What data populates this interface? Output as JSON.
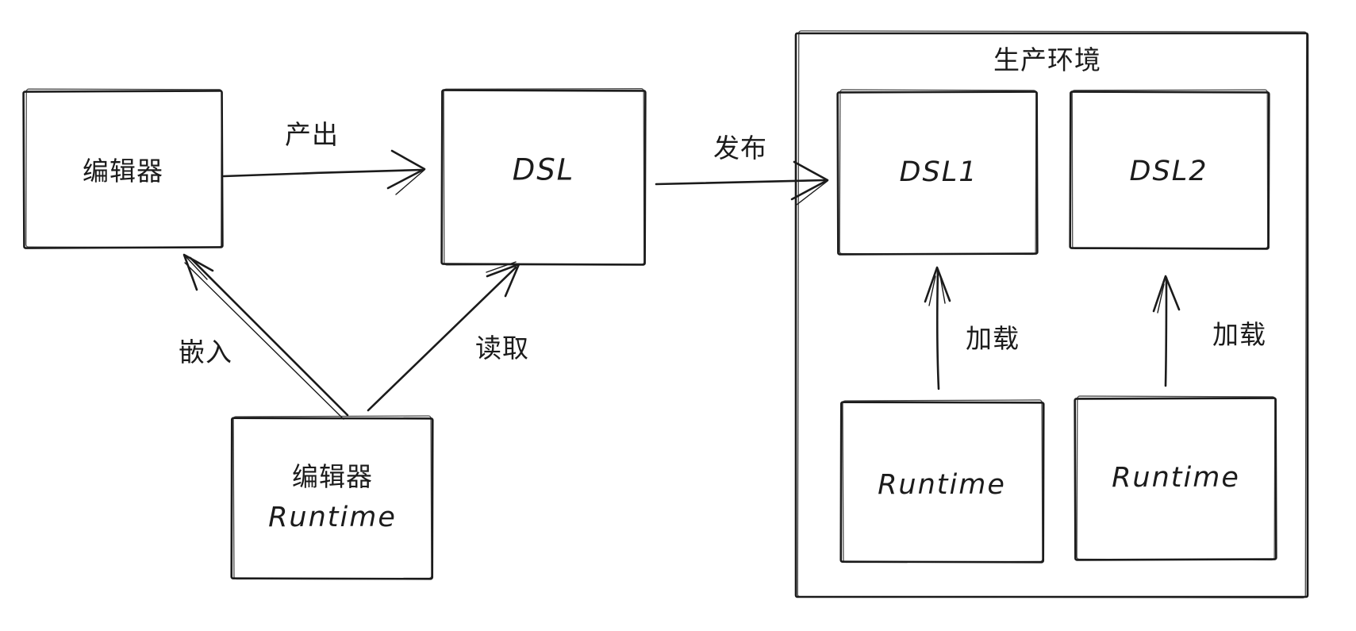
{
  "diagram": {
    "background_color": "#ffffff",
    "stroke_color": "#1b1b1b",
    "text_color": "#1b1b1b",
    "style": "hand-drawn sketch (excalidraw-like)",
    "nodes": {
      "editor": {
        "label": "编辑器"
      },
      "dsl": {
        "label": "DSL"
      },
      "editor_runtime": {
        "label_line1": "编辑器",
        "label_line2": "Runtime"
      },
      "production_env": {
        "title": "生产环境"
      },
      "dsl1": {
        "label": "DSL1"
      },
      "dsl2": {
        "label": "DSL2"
      },
      "runtime1": {
        "label": "Runtime"
      },
      "runtime2": {
        "label": "Runtime"
      }
    },
    "edges": {
      "produce": {
        "label": "产出",
        "from": "editor",
        "to": "dsl"
      },
      "publish": {
        "label": "发布",
        "from": "dsl",
        "to": "production_env"
      },
      "embed": {
        "label": "嵌入",
        "from": "editor_runtime",
        "to": "editor"
      },
      "read": {
        "label": "读取",
        "from": "editor_runtime",
        "to": "dsl"
      },
      "load_1": {
        "label": "加载",
        "from": "runtime1",
        "to": "dsl1"
      },
      "load_2": {
        "label": "加载",
        "from": "runtime2",
        "to": "dsl2"
      }
    }
  }
}
